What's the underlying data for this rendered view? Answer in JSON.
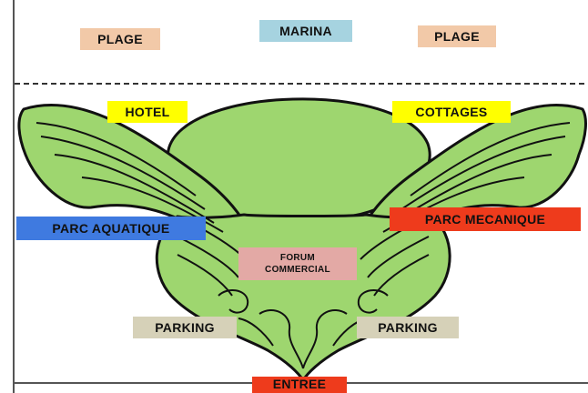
{
  "map": {
    "top_labels": [
      {
        "text": "PLAGE",
        "color": "#f2c9a8"
      },
      {
        "text": "MARINA",
        "color": "#a6d3e0"
      },
      {
        "text": "PLAGE",
        "color": "#f2c9a8"
      }
    ],
    "zones": [
      {
        "text": "HOTEL",
        "color": "#ffff00"
      },
      {
        "text": "COTTAGES",
        "color": "#ffff00"
      },
      {
        "text": "PARC AQUATIQUE",
        "color": "#3f7ae0"
      },
      {
        "text": "PARC MECANIQUE",
        "color": "#ee3b1c"
      },
      {
        "text": "PARKING",
        "color": "#d6d1b8"
      },
      {
        "text": "PARKING",
        "color": "#d6d1b8"
      },
      {
        "text": "ENTREE",
        "color": "#ee3b1c"
      }
    ],
    "forum": {
      "line1": "FORUM",
      "line2": "COMMERCIAL",
      "color": "#e3a9a5"
    },
    "land_color": "#9ed66f",
    "outline_color": "#111111"
  }
}
